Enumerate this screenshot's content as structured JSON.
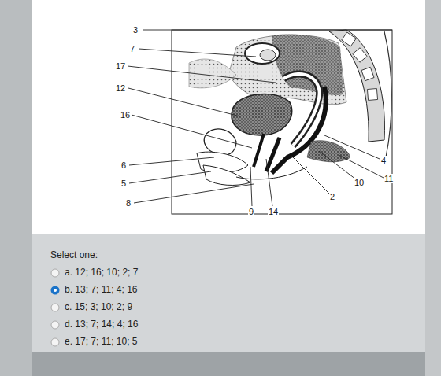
{
  "diagram": {
    "labels": [
      "3",
      "7",
      "17",
      "12",
      "16",
      "6",
      "5",
      "8",
      "9",
      "14",
      "2",
      "4",
      "10",
      "11",
      "Select one:",
      "a. 12; 16; 10; 2; 7",
      "b. 13; 7; 11; 4; 16",
      "c. 15; 3; 10; 2; 9",
      "d. 13; 7; 14; 4; 16",
      "e. 17; 7; 11; 10; 5"
    ]
  }
}
